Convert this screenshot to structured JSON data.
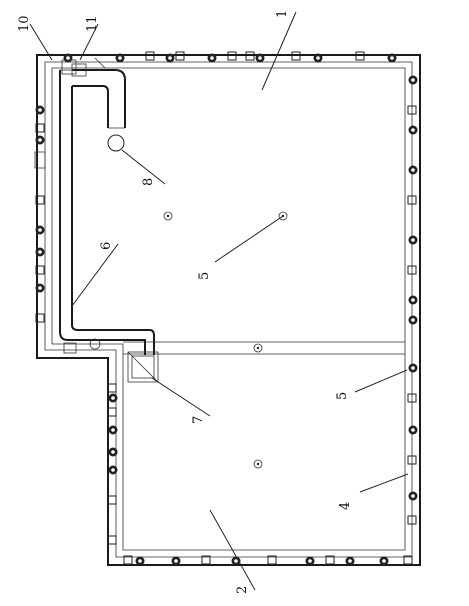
{
  "callouts": [
    {
      "id": "label-1",
      "text": "1"
    },
    {
      "id": "label-2",
      "text": "2"
    },
    {
      "id": "label-4",
      "text": "4"
    },
    {
      "id": "label-5a",
      "text": "5"
    },
    {
      "id": "label-5b",
      "text": "5"
    },
    {
      "id": "label-6",
      "text": "6"
    },
    {
      "id": "label-7",
      "text": "7"
    },
    {
      "id": "label-8",
      "text": "8"
    },
    {
      "id": "label-10",
      "text": "10"
    },
    {
      "id": "label-11",
      "text": "11"
    }
  ]
}
